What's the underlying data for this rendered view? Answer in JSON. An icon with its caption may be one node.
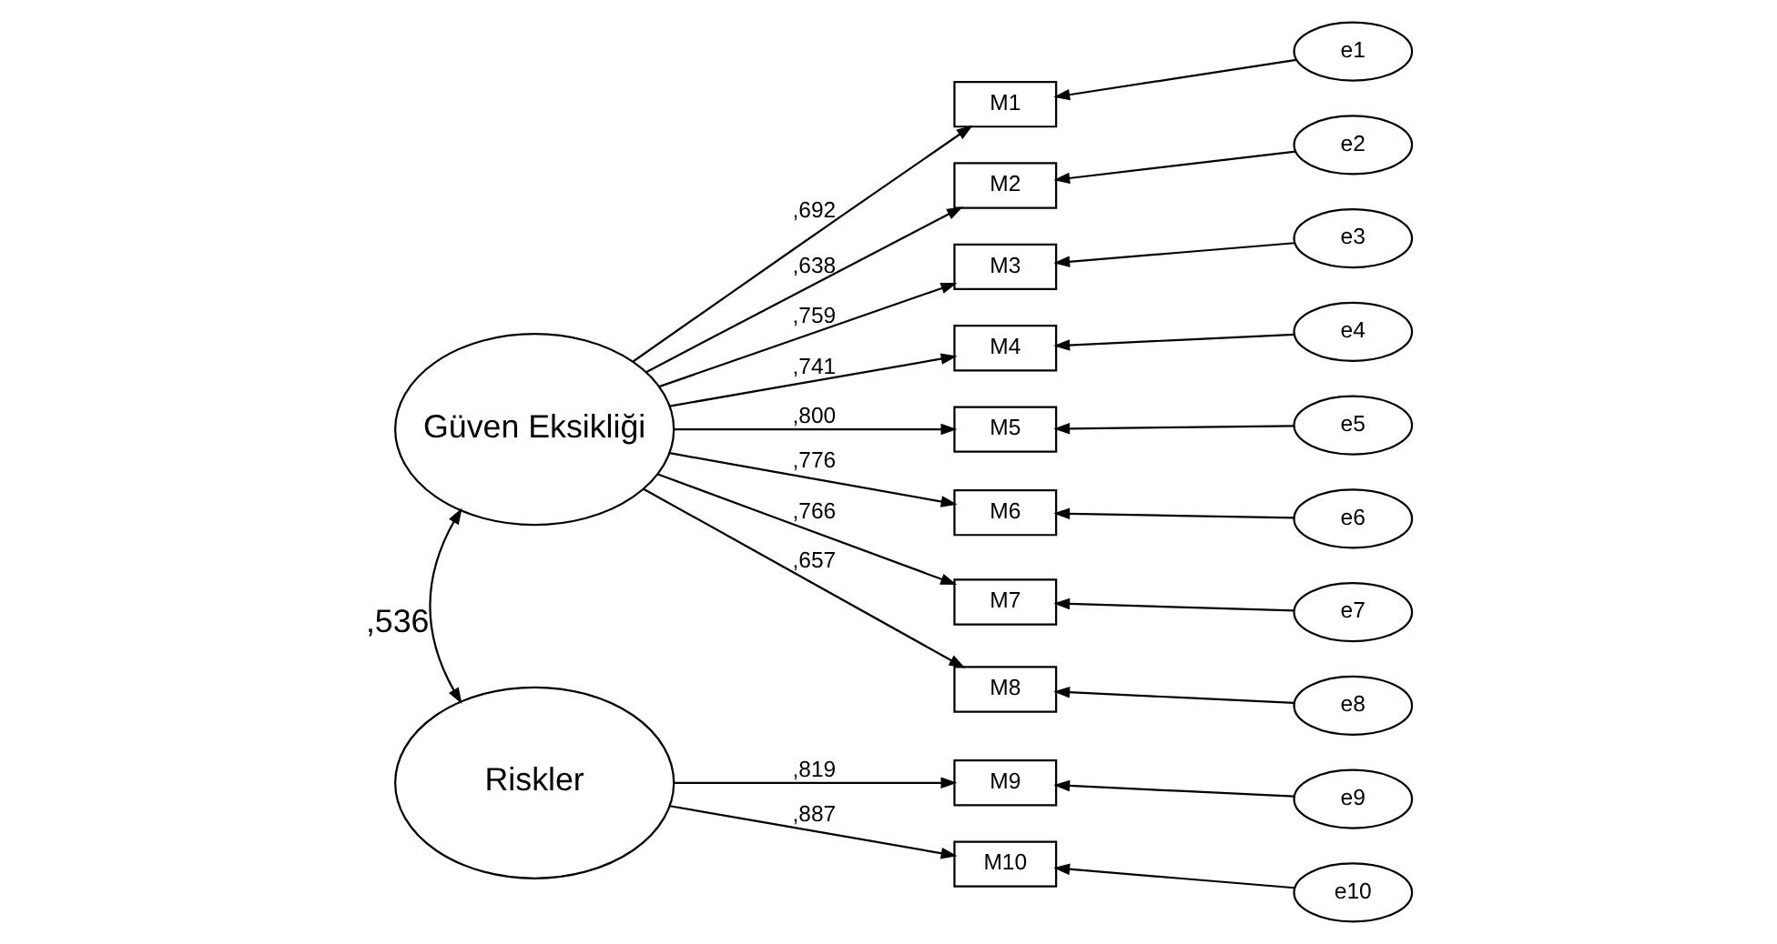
{
  "diagram": {
    "nodes": [
      {
        "text": [
          "Güven Eksikliği"
        ]
      },
      {
        "text": [
          "Riskler"
        ]
      },
      {
        "text": [
          "M1"
        ]
      },
      {
        "text": [
          "M2"
        ]
      },
      {
        "text": [
          "M3"
        ]
      },
      {
        "text": [
          "M4"
        ]
      },
      {
        "text": [
          "M5"
        ]
      },
      {
        "text": [
          "M6"
        ]
      },
      {
        "text": [
          "M7"
        ]
      },
      {
        "text": [
          "M8"
        ]
      },
      {
        "text": [
          "M9"
        ]
      },
      {
        "text": [
          "M10"
        ]
      },
      {
        "text": [
          "e1"
        ]
      },
      {
        "text": [
          "e2"
        ]
      },
      {
        "text": [
          "e3"
        ]
      },
      {
        "text": [
          "e4"
        ]
      },
      {
        "text": [
          "e5"
        ]
      },
      {
        "text": [
          "e6"
        ]
      },
      {
        "text": [
          "e7"
        ]
      },
      {
        "text": [
          "e8"
        ]
      },
      {
        "text": [
          "e9"
        ]
      },
      {
        "text": [
          "e10"
        ]
      }
    ],
    "edges": [
      {
        "from": 0,
        "to": 2,
        "arrow": "to",
        "label": ",692"
      },
      {
        "from": 0,
        "to": 3,
        "arrow": "to",
        "label": ",638"
      },
      {
        "from": 0,
        "to": 4,
        "arrow": "to",
        "label": ",759"
      },
      {
        "from": 0,
        "to": 5,
        "arrow": "to",
        "label": ",741"
      },
      {
        "from": 0,
        "to": 6,
        "arrow": "to",
        "label": ",800"
      },
      {
        "from": 0,
        "to": 7,
        "arrow": "to",
        "label": ",776"
      },
      {
        "from": 0,
        "to": 8,
        "arrow": "to",
        "label": ",766"
      },
      {
        "from": 0,
        "to": 9,
        "arrow": "to",
        "label": ",657"
      },
      {
        "from": 1,
        "to": 10,
        "arrow": "to",
        "label": ",819"
      },
      {
        "from": 1,
        "to": 11,
        "arrow": "to",
        "label": ",887"
      },
      {
        "from": 12,
        "to": 2,
        "arrow": "to"
      },
      {
        "from": 13,
        "to": 3,
        "arrow": "to"
      },
      {
        "from": 14,
        "to": 4,
        "arrow": "to"
      },
      {
        "from": 15,
        "to": 5,
        "arrow": "to"
      },
      {
        "from": 16,
        "to": 6,
        "arrow": "to"
      },
      {
        "from": 17,
        "to": 7,
        "arrow": "to"
      },
      {
        "from": 18,
        "to": 8,
        "arrow": "to"
      },
      {
        "from": 19,
        "to": 9,
        "arrow": "to"
      },
      {
        "from": 20,
        "to": 10,
        "arrow": "to"
      },
      {
        "from": 21,
        "to": 11,
        "arrow": "to"
      },
      {
        "from": 0,
        "to": 1,
        "arrow": "both",
        "label": ",536"
      }
    ]
  }
}
